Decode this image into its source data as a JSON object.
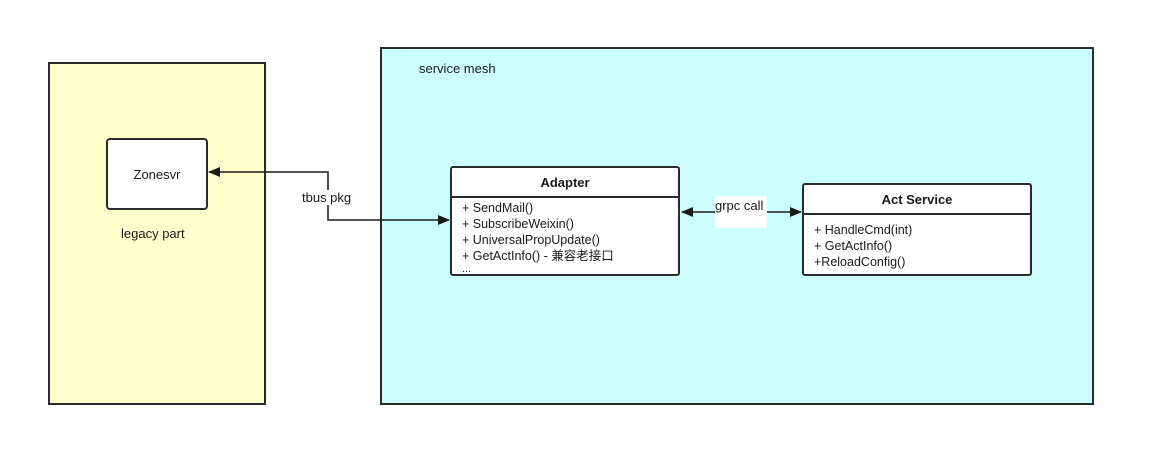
{
  "regions": {
    "legacy": {
      "label": "legacy part"
    },
    "mesh": {
      "label": "service mesh"
    }
  },
  "nodes": {
    "zonesvr": {
      "label": "Zonesvr"
    },
    "adapter": {
      "title": "Adapter",
      "methods": [
        "+ SendMail()",
        "+ SubscribeWeixin()",
        "+ UniversalPropUpdate()",
        "+ GetActInfo() - 兼容老接口",
        "..."
      ]
    },
    "act_service": {
      "title": "Act Service",
      "methods": [
        "+ HandleCmd(int)",
        "+ GetActInfo()",
        "+ReloadConfig()"
      ]
    }
  },
  "edges": {
    "tbus": {
      "label": "tbus pkg"
    },
    "grpc": {
      "label": "grpc call"
    }
  },
  "colors": {
    "legacy_fill": "#ffffcc",
    "mesh_fill": "#ccffff",
    "stroke": "#2b2b2b"
  }
}
